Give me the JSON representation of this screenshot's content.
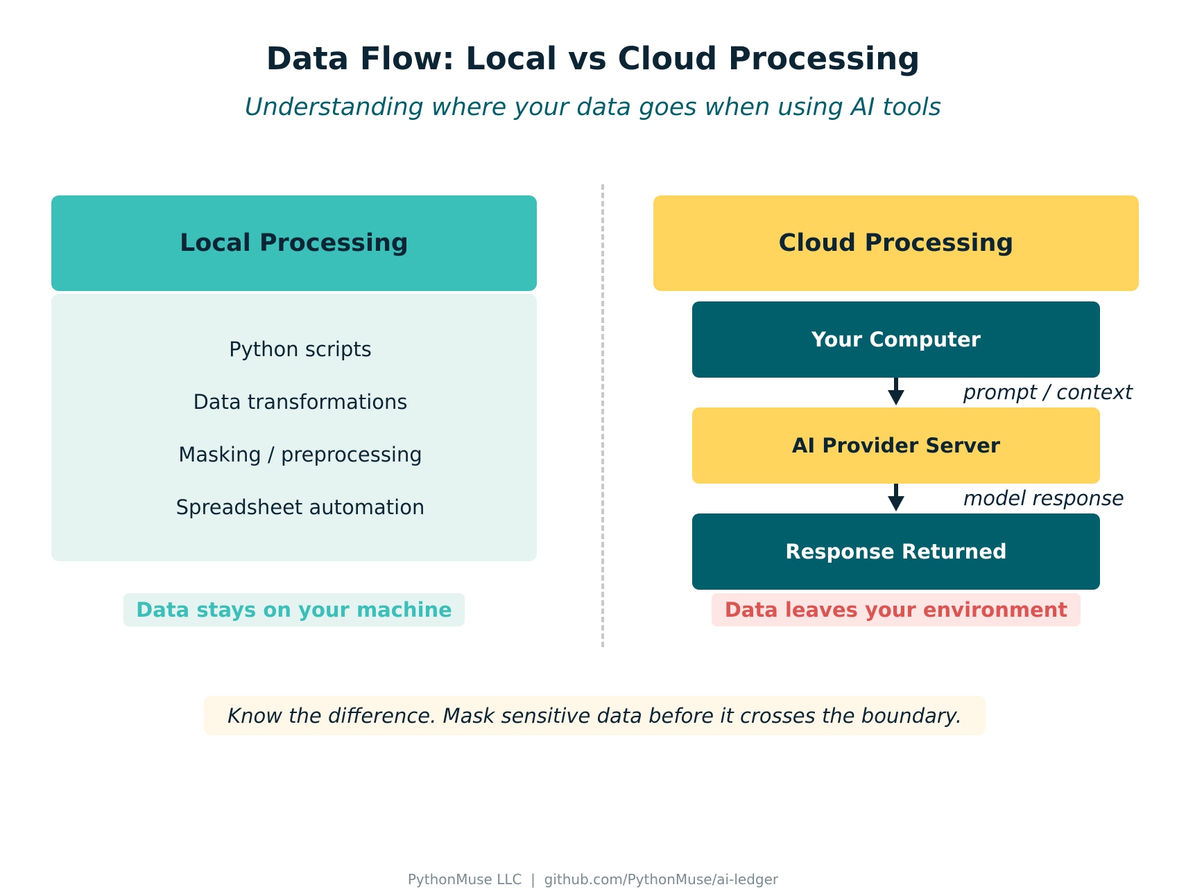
{
  "title": "Data Flow: Local vs Cloud Processing",
  "subtitle": "Understanding where your data goes when using AI tools",
  "local": {
    "header": "Local Processing",
    "items": [
      "Python scripts",
      "Data transformations",
      "Masking / preprocessing",
      "Spreadsheet automation"
    ],
    "badge": "Data stays on your machine"
  },
  "cloud": {
    "header": "Cloud Processing",
    "nodes": [
      "Your Computer",
      "AI Provider Server",
      "Response Returned"
    ],
    "edges": [
      "prompt / context",
      "model response"
    ],
    "badge": "Data leaves your environment"
  },
  "note": "Know the difference. Mask sensitive data before it crosses the boundary.",
  "credit": "PythonMuse LLC  |  github.com/PythonMuse/ai-ledger",
  "colors": {
    "navy": "#0b2535",
    "teal": "#3bbfb9",
    "dark_teal": "#005f6b",
    "yellow": "#ffd55e",
    "mint_bg": "#e5f4f0",
    "red": "#dd5552"
  }
}
